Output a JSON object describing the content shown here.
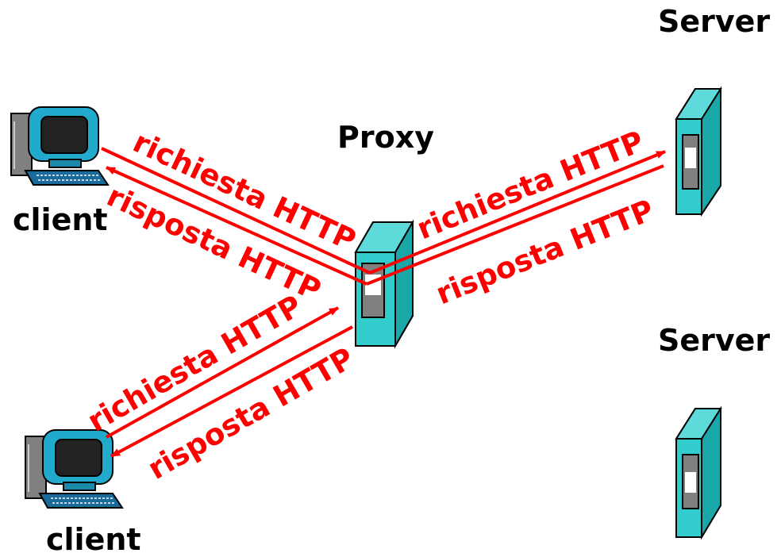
{
  "colors": {
    "arrow": "#ff0000",
    "server_body": "#33cccc",
    "server_dark": "#1a8a8a",
    "client_screen": "#22aacc",
    "label_text": "#000000"
  },
  "nodes": {
    "server_top_label": "Server",
    "server_bottom_label": "Server",
    "proxy_label": "Proxy",
    "client_top_label": "client",
    "client_bottom_label": "client"
  },
  "edges": {
    "top_client_request": "richiesta HTTP",
    "top_client_response": "risposta HTTP",
    "server_request": "richiesta HTTP",
    "server_response": "risposta HTTP",
    "bottom_client_request": "richiesta HTTP",
    "bottom_client_response": "risposta HTTP"
  },
  "icons": [
    "server-icon",
    "proxy-icon",
    "computer-icon"
  ]
}
